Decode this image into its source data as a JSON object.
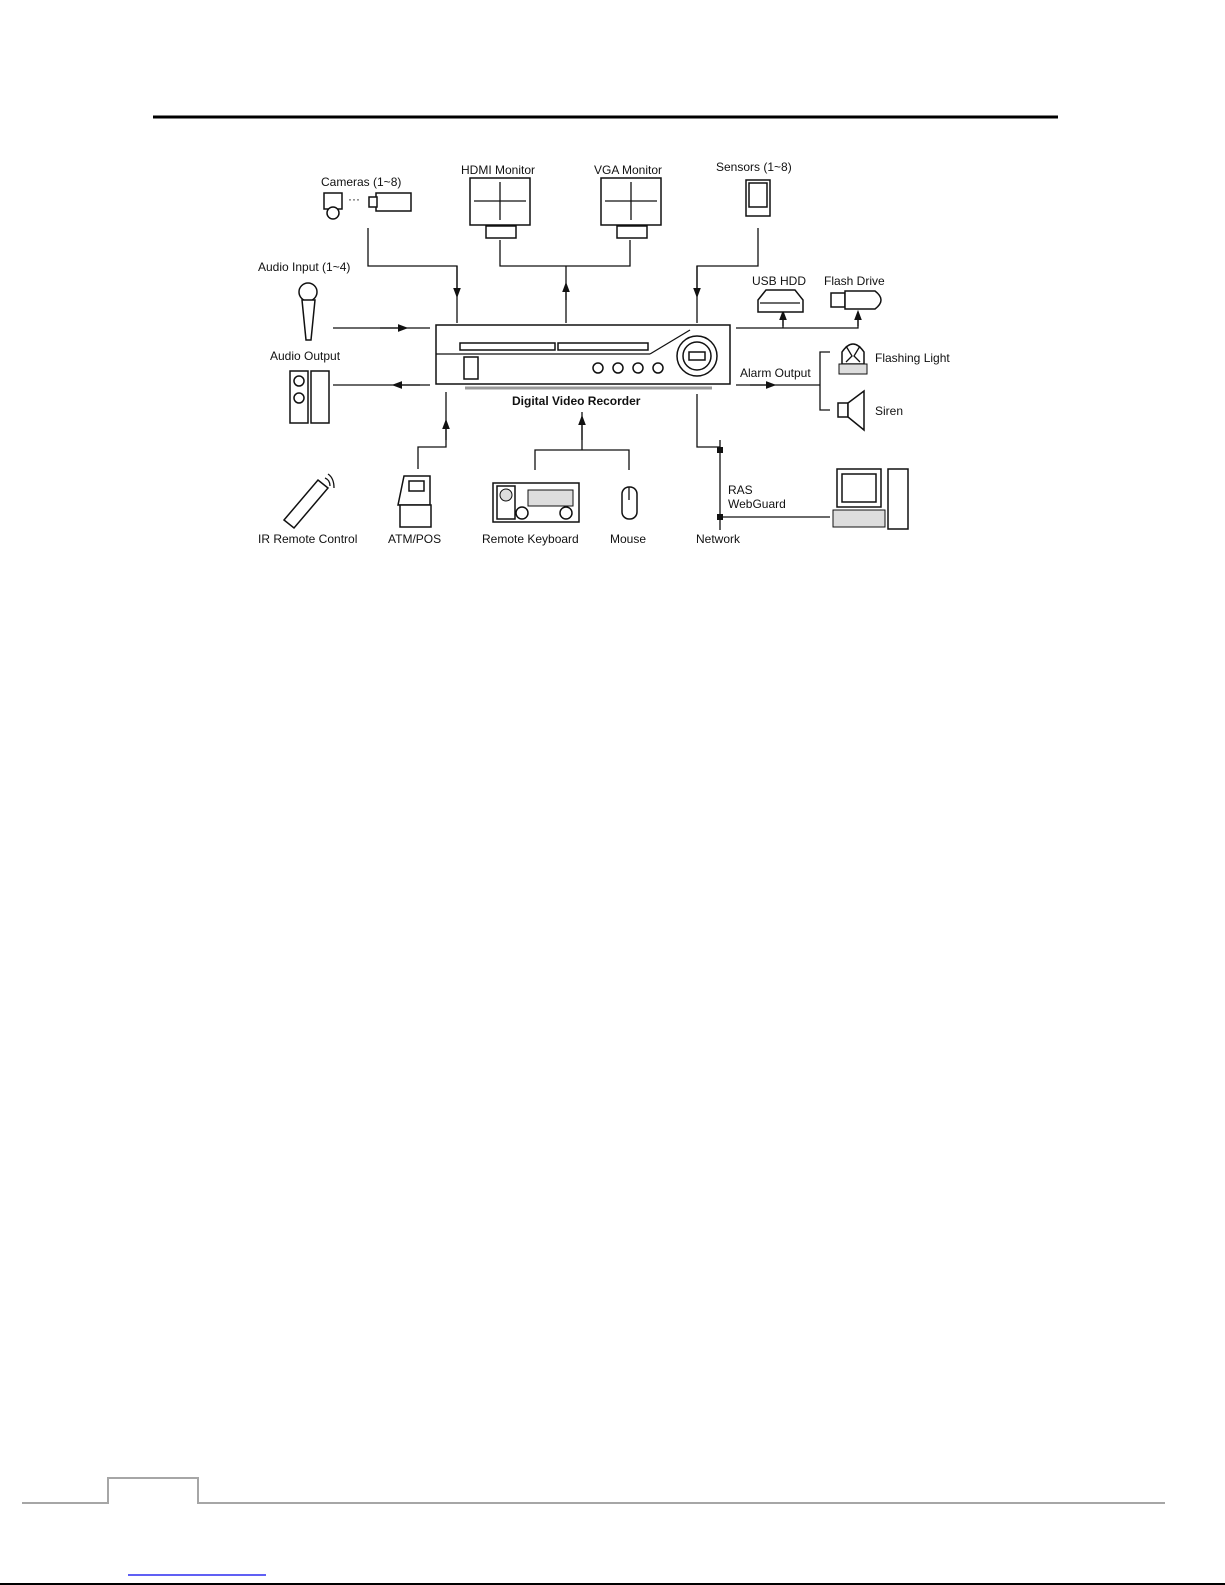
{
  "diagram": {
    "center": "Digital Video Recorder",
    "labels": {
      "cameras": "Cameras  (1~8)",
      "hdmi_monitor": "HDMI Monitor",
      "vga_monitor": "VGA Monitor",
      "sensors": "Sensors (1~8)",
      "audio_input": "Audio Input (1~4)",
      "usb_hdd": "USB HDD",
      "flash_drive": "Flash Drive",
      "audio_output": "Audio Output",
      "flashing_light": "Flashing Light",
      "alarm_output": "Alarm Output",
      "siren": "Siren",
      "ras": "RAS",
      "webguard": "WebGuard",
      "ir_remote": "IR Remote Control",
      "atm_pos": "ATM/POS",
      "remote_keyboard": "Remote Keyboard",
      "mouse": "Mouse",
      "network": "Network"
    }
  }
}
